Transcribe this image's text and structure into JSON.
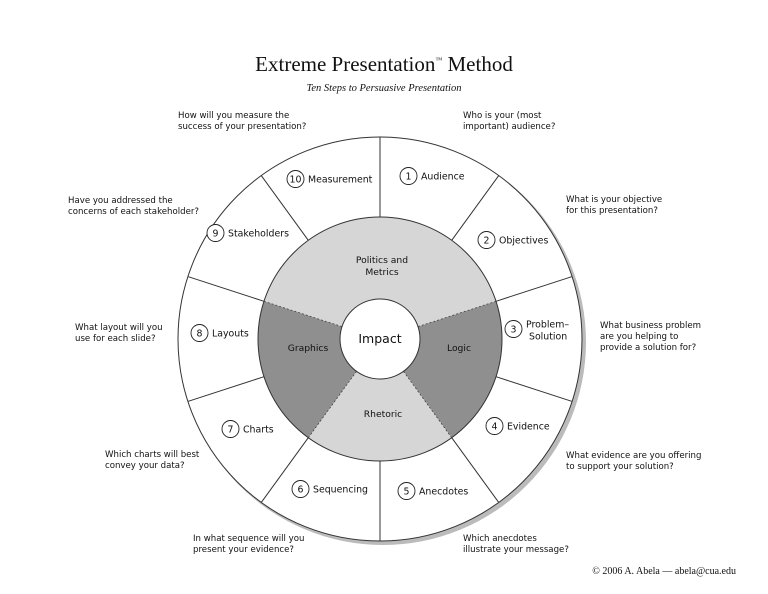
{
  "title": "Extreme Presentation",
  "title_tm": "™",
  "title_suffix": " Method",
  "subtitle": "Ten Steps to Persuasive Presentation",
  "center": "Impact",
  "sectors": {
    "top": [
      "Politics and",
      "Metrics"
    ],
    "left": "Graphics",
    "right": "Logic",
    "bottom": "Rhetoric"
  },
  "steps": [
    {
      "num": "1",
      "label": [
        "Audience"
      ],
      "question": [
        "Who is your (most",
        "important) audience?"
      ]
    },
    {
      "num": "2",
      "label": [
        "Objectives"
      ],
      "question": [
        "What is your objective",
        "for this presentation?"
      ]
    },
    {
      "num": "3",
      "label": [
        "Problem–",
        "Solution"
      ],
      "question": [
        "What business problem",
        "are you helping to",
        "provide a solution for?"
      ]
    },
    {
      "num": "4",
      "label": [
        "Evidence"
      ],
      "question": [
        "What evidence are you offering",
        "to support your solution?"
      ]
    },
    {
      "num": "5",
      "label": [
        "Anecdotes"
      ],
      "question": [
        "Which anecdotes",
        "illustrate your message?"
      ]
    },
    {
      "num": "6",
      "label": [
        "Sequencing"
      ],
      "question": [
        "In what sequence will you",
        "present your evidence?"
      ]
    },
    {
      "num": "7",
      "label": [
        "Charts"
      ],
      "question": [
        "Which charts will best",
        "convey your data?"
      ]
    },
    {
      "num": "8",
      "label": [
        "Layouts"
      ],
      "question": [
        "What layout will you",
        "use for each slide?"
      ]
    },
    {
      "num": "9",
      "label": [
        "Stakeholders"
      ],
      "question": [
        "Have you addressed the",
        "concerns of each stakeholder?"
      ]
    },
    {
      "num": "10",
      "label": [
        "Measurement"
      ],
      "question": [
        "How will you measure the",
        "success of your presentation?"
      ]
    }
  ],
  "copyright": "© 2006  A. Abela — abela@cua.edu",
  "colors": {
    "light_sector": "#d6d6d6",
    "dark_sector": "#8f8f8f",
    "outline": "#333333"
  }
}
